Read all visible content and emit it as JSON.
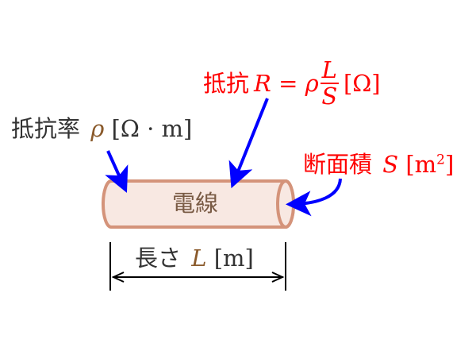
{
  "resistance": {
    "jp": "抵抗",
    "symbol": "R",
    "eq": " = ",
    "rho": "ρ",
    "num": "L",
    "den": "S",
    "unit": "[Ω]",
    "color": "#ff0000"
  },
  "resistivity": {
    "jp": "抵抗率",
    "symbol": "ρ",
    "unit": "[Ω · m]",
    "color": "#333333",
    "symbol_color": "#8a5a2b"
  },
  "cross_section": {
    "jp": "断面積",
    "symbol": "S",
    "unit_open": "[m",
    "unit_sup": "2",
    "unit_close": "]",
    "color": "#ff0000"
  },
  "wire": {
    "label": "電線",
    "fill": "#f8e8e2",
    "stroke": "#d4937a",
    "text_color": "#7a5b45"
  },
  "length": {
    "jp": "長さ",
    "symbol": "L",
    "unit": "[m]",
    "color": "#333333",
    "symbol_color": "#8a5a2b"
  },
  "arrow_color": "#0000ff"
}
